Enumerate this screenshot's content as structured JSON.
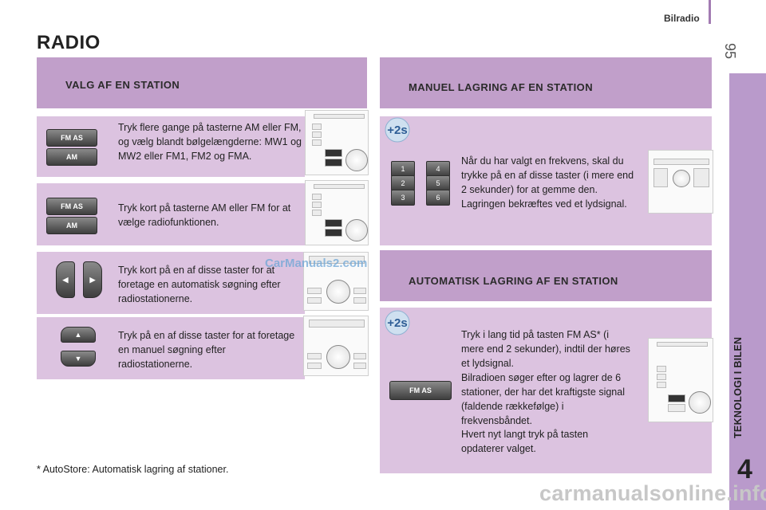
{
  "header": {
    "section": "Bilradio",
    "page_number": "95"
  },
  "side_tab": {
    "label": "TEKNOLOGI I BILEN",
    "chapter": "4"
  },
  "title": "RADIO",
  "left": {
    "heading": "VALG AF EN STATION",
    "items": [
      {
        "text": "Tryk flere gange på tasterne AM eller FM, og vælg blandt bølgelængderne: MW1 og MW2 eller FM1, FM2 og FMA.",
        "buttons": [
          "FM AS",
          "AM"
        ]
      },
      {
        "text": "Tryk kort på tasterne AM eller FM for at vælge radiofunktionen.",
        "buttons": [
          "FM AS",
          "AM"
        ]
      },
      {
        "text": "Tryk kort på en af disse taster for at foretage en automatisk søgning efter radiostationerne."
      },
      {
        "text": "Tryk på en af disse taster for at foretage en manuel søgning efter radiostationerne."
      }
    ]
  },
  "right_top": {
    "heading": "MANUEL LAGRING AF EN STATION",
    "badge": "+2s",
    "presets": [
      "1",
      "2",
      "3",
      "4",
      "5",
      "6"
    ],
    "text1": "Når du har valgt en frekvens, skal du trykke på en af disse taster (i mere end 2 sekunder) for at gemme den.",
    "text2": "Lagringen bekræftes ved et lydsignal."
  },
  "right_bottom": {
    "heading": "AUTOMATISK LAGRING AF EN STATION",
    "badge": "+2s",
    "button": "FM AS",
    "text1": "Tryk i lang tid på tasten FM AS* (i mere end 2 sekunder), indtil der høres et lydsignal.",
    "text2": "Bilradioen søger efter og lagrer de 6 stationer, der har det kraftigste signal (faldende rækkefølge) i frekvensbåndet.",
    "text3": "Hvert nyt langt tryk på tasten opdaterer valget."
  },
  "footnote": "* AutoStore: Automatisk lagring af stationer.",
  "watermarks": {
    "top": "CarManuals2.com",
    "bottom": "carmanualsonline.info"
  },
  "colors": {
    "band": "#c19fca",
    "panel": "#dcc3e0",
    "side_tab": "#b99acb",
    "accent_line": "#a27bb2"
  }
}
